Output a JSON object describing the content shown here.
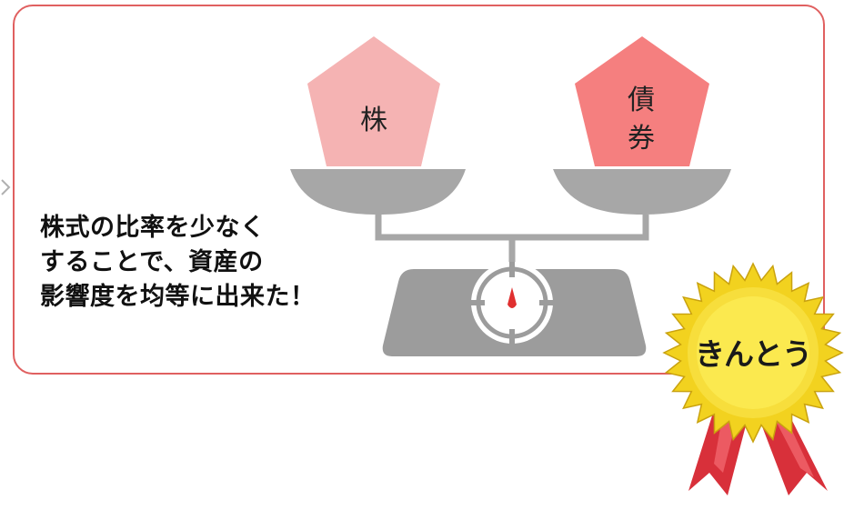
{
  "weights": {
    "stock": {
      "label": "株",
      "color": "#f5b3b3"
    },
    "bond": {
      "label_line1": "債",
      "label_line2": "券",
      "color": "#f57f7f"
    }
  },
  "caption": {
    "line1": "株式の比率を少なく",
    "line2": "することで、資産の",
    "line3": "影響度を均等に出来た！"
  },
  "medal": {
    "label": "きんとう",
    "gold": "#f2d21f",
    "ribbon": "#d8303a"
  },
  "colors": {
    "frame": "#e06060",
    "scale_gray": "#9c9c9c",
    "needle": "#e03030"
  }
}
